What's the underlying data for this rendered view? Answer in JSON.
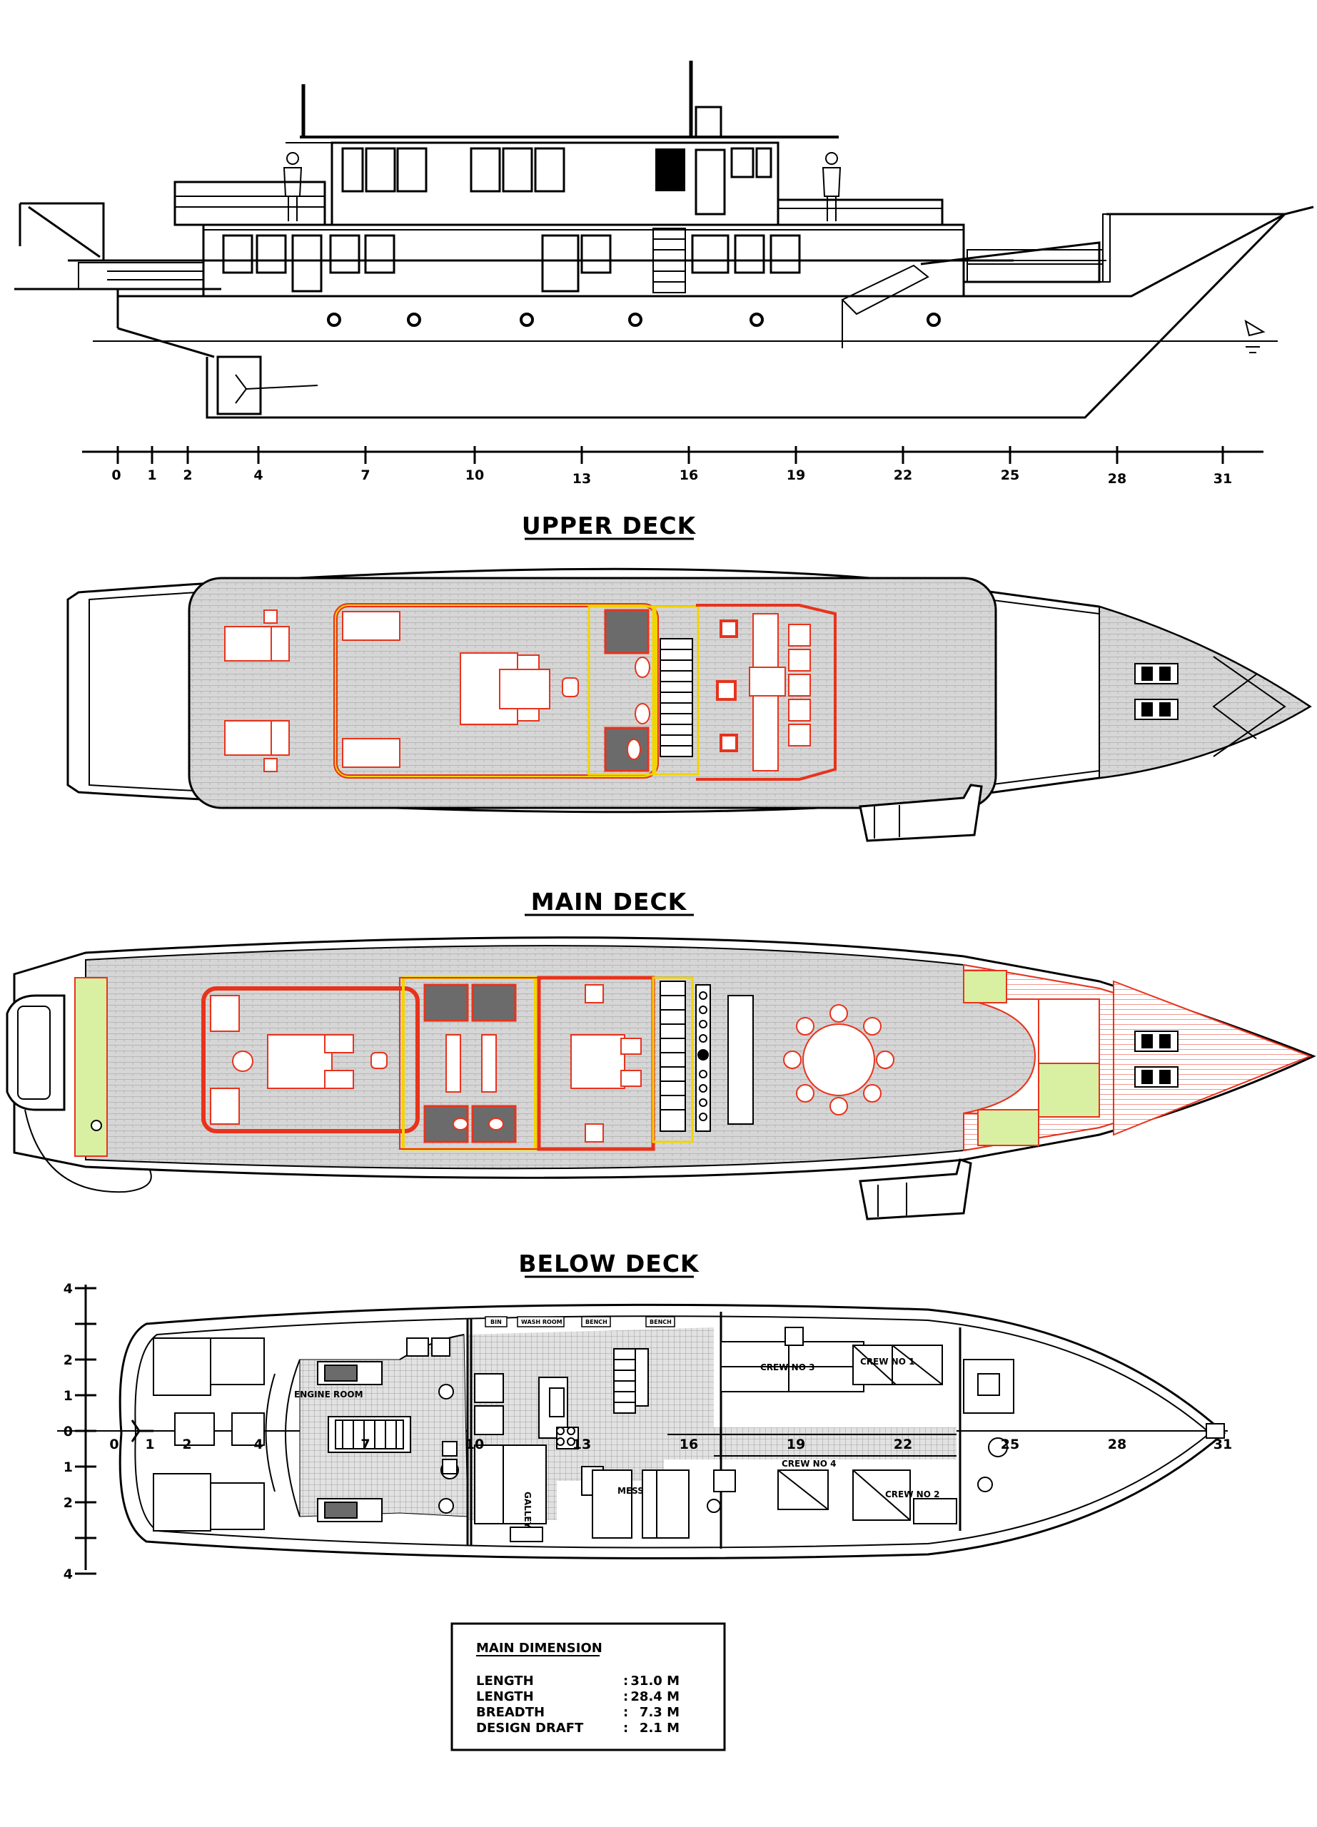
{
  "headings": {
    "upper_deck": "UPPER DECK",
    "main_deck": "MAIN DECK",
    "below_deck": "BELOW DECK"
  },
  "profile_frame_labels": [
    "0",
    "1",
    "2",
    "4",
    "7",
    "10",
    "13",
    "16",
    "19",
    "22",
    "25",
    "28",
    "31"
  ],
  "below_frame_labels": [
    "0",
    "1",
    "2",
    "4",
    "7",
    "10",
    "13",
    "16",
    "19",
    "22",
    "25",
    "28",
    "31"
  ],
  "below_side_labels": [
    "4",
    "2",
    "1",
    "0",
    "1",
    "2",
    "4"
  ],
  "rooms": {
    "engine_room": "ENGINE ROOM",
    "galley": "GALLEY",
    "mess": "MESS",
    "crew_1": "CREW NO 1",
    "crew_2": "CREW NO 2",
    "crew_3": "CREW NO 3",
    "crew_4": "CREW NO 4",
    "wash_room": "WASH ROOM",
    "bin": "BIN",
    "bench_1": "BENCH",
    "bench_2": "BENCH"
  },
  "main_dimension": {
    "title": "MAIN DIMENSION",
    "rows": [
      {
        "label": "LENGTH",
        "value": "31.0 M"
      },
      {
        "label": "LENGTH",
        "value": "28.4 M"
      },
      {
        "label": "BREADTH",
        "value": "7.3 M"
      },
      {
        "label": "DESIGN DRAFT",
        "value": "2.1 M"
      }
    ]
  },
  "colors": {
    "line": "#000000",
    "deck_fill": "#d4d4d4",
    "accent_red": "#e8331c",
    "accent_yellow": "#f2d400",
    "accent_green": "#d9f0a3",
    "dark_fixture": "#6b6b6b"
  }
}
